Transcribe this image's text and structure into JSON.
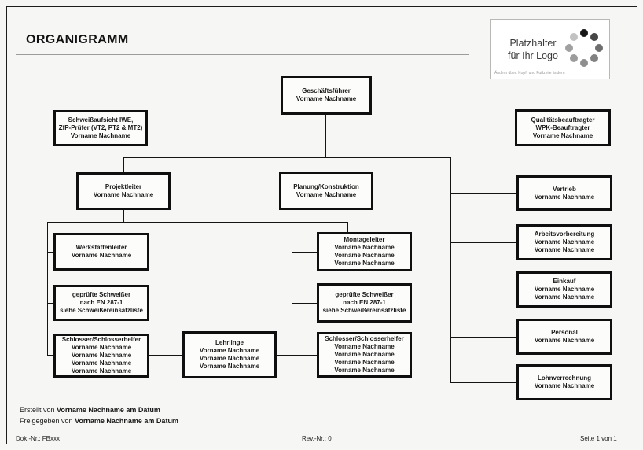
{
  "page": {
    "title": "ORGANIGRAMM"
  },
  "colors": {
    "box_border": "#0f0f0f",
    "page_background": "#f6f6f4",
    "connector": "#141414"
  },
  "logo": {
    "line1": "Platzhalter",
    "line2": "für Ihr Logo",
    "note": "Ändern über: Kopf- und Fußzeile ändern",
    "icon": "dots-circle-spinner-icon",
    "dot_colors": [
      "#161616",
      "#464646",
      "#6e6e6e",
      "#828282",
      "#8e8e8e",
      "#9c9c9c",
      "#a0a0a0",
      "#c2c2c2"
    ]
  },
  "boxes": {
    "geschaeftsfuehrer": {
      "lines": [
        "Geschäftsführer",
        "Vorname Nachname"
      ]
    },
    "schweissaufsicht": {
      "lines": [
        "Schweißaufsicht IWE,",
        "ZfP-Prüfer (VT2, PT2 & MT2)",
        "Vorname Nachname"
      ]
    },
    "qualitaet": {
      "lines": [
        "Qualitätsbeauftragter",
        "WPK-Beauftragter",
        "Vorname Nachname"
      ]
    },
    "projektleiter": {
      "lines": [
        "Projektleiter",
        "Vorname Nachname"
      ]
    },
    "planung": {
      "lines": [
        "Planung/Konstruktion",
        "Vorname Nachname"
      ]
    },
    "vertrieb": {
      "lines": [
        "Vertrieb",
        "Vorname Nachname"
      ]
    },
    "arbeitsvorbereitung": {
      "lines": [
        "Arbeitsvorbereitung",
        "Vorname Nachname",
        "Vorname Nachname"
      ]
    },
    "einkauf": {
      "lines": [
        "Einkauf",
        "Vorname Nachname",
        "Vorname Nachname"
      ]
    },
    "personal": {
      "lines": [
        "Personal",
        "Vorname Nachname"
      ]
    },
    "lohnverrechnung": {
      "lines": [
        "Lohnverrechnung",
        "Vorname Nachname"
      ]
    },
    "werkstaettenleiter": {
      "lines": [
        "Werkstättenleiter",
        "Vorname Nachname"
      ]
    },
    "schweisser_links": {
      "lines": [
        "geprüfte Schweißer",
        "nach EN 287-1",
        "siehe Schweißereinsatzliste"
      ]
    },
    "schlosser_links": {
      "lines": [
        "Schlosser/Schlosserhelfer",
        "Vorname Nachname",
        "Vorname Nachname",
        "Vorname Nachname",
        "Vorname Nachname"
      ]
    },
    "lehrlinge": {
      "lines": [
        "Lehrlinge",
        "Vorname Nachname",
        "Vorname Nachname",
        "Vorname Nachname"
      ]
    },
    "montageleiter": {
      "lines": [
        "Montageleiter",
        "Vorname Nachname",
        "Vorname Nachname",
        "Vorname Nachname"
      ]
    },
    "schweisser_mitte": {
      "lines": [
        "geprüfte Schweißer",
        "nach EN 287-1",
        "siehe Schweißereinsatzliste"
      ]
    },
    "schlosser_mitte": {
      "lines": [
        "Schlosser/Schlosserhelfer",
        "Vorname Nachname",
        "Vorname Nachname",
        "Vorname Nachname",
        "Vorname Nachname"
      ]
    }
  },
  "hierarchy_edges": [
    [
      "Geschäftsführer",
      "Schweißaufsicht IWE, ZfP-Prüfer"
    ],
    [
      "Geschäftsführer",
      "Qualitätsbeauftragter WPK-Beauftragter"
    ],
    [
      "Geschäftsführer",
      "Projektleiter"
    ],
    [
      "Geschäftsführer",
      "Planung/Konstruktion"
    ],
    [
      "Geschäftsführer",
      "Vertrieb"
    ],
    [
      "Geschäftsführer",
      "Arbeitsvorbereitung"
    ],
    [
      "Geschäftsführer",
      "Einkauf"
    ],
    [
      "Geschäftsführer",
      "Personal"
    ],
    [
      "Geschäftsführer",
      "Lohnverrechnung"
    ],
    [
      "Projektleiter",
      "Werkstättenleiter"
    ],
    [
      "Projektleiter",
      "geprüfte Schweißer (links)"
    ],
    [
      "Projektleiter",
      "Schlosser/Schlosserhelfer (links)"
    ],
    [
      "Projektleiter",
      "Montageleiter"
    ],
    [
      "Montageleiter",
      "geprüfte Schweißer (mitte)"
    ],
    [
      "Montageleiter",
      "Schlosser/Schlosserhelfer (mitte)"
    ],
    [
      "Schlosser/Schlosserhelfer",
      "Lehrlinge"
    ]
  ],
  "footer": {
    "created": {
      "prefix": "Erstellt von ",
      "bold": "Vorname Nachname am  Datum"
    },
    "released": {
      "prefix": "Freigegeben von ",
      "bold": "Vorname Nachname am  Datum"
    },
    "doc_nr": "Dok.-Nr.: FBxxx",
    "rev_nr": "Rev.-Nr.: 0",
    "page_nr": "Seite 1 von 1"
  }
}
